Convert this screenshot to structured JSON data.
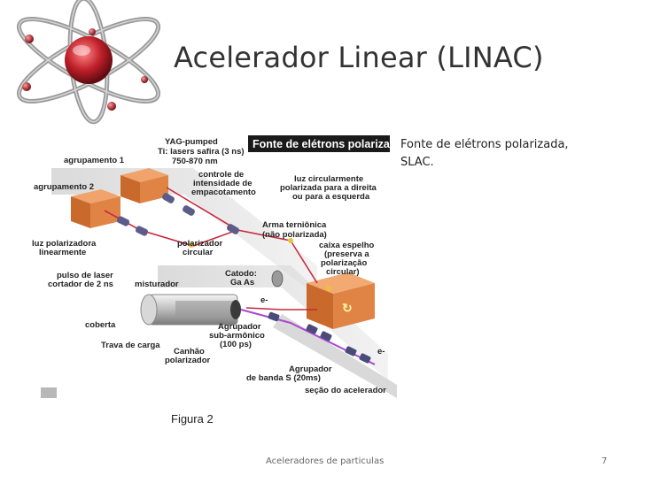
{
  "slide": {
    "title": "Acelerador Linear (LINAC)",
    "caption_line1": "Fonte de elétrons polarizada,",
    "caption_line2": "SLAC.",
    "figure_label": "Figura 2",
    "footer": "Aceleradores de particulas",
    "page_number": "7"
  },
  "diagram": {
    "banner": "Fonte de elétrons polarizada",
    "labels": {
      "yag1": "YAG-pumped",
      "yag2": "Ti: lasers safira (3 ns)",
      "yag3": "750-870 nm",
      "agrup1": "agrupamento 1",
      "agrup2": "agrupamento 2",
      "controle1": "controle de",
      "controle2": "intensidade de",
      "controle3": "empacotamento",
      "luzcirc1": "luz circularmente",
      "luzcirc2": "polarizada para a direita",
      "luzcirc3": "ou para a esquerda",
      "arma1": "Arma terniônica",
      "arma2": "(não polarizada)",
      "luzpol1": "luz polarizadora",
      "luzpol2": "linearmente",
      "polcirc1": "polarizador",
      "polcirc2": "circular",
      "caixa1": "caixa espelho",
      "caixa2": "(preserva a",
      "caixa3": "polarização",
      "caixa4": "circular)",
      "pulso1": "pulso de laser",
      "pulso2": "cortador de 2 ns",
      "misturador": "misturador",
      "catodo1": "Catodo:",
      "catodo2": "Ga As",
      "eminus1": "e-",
      "eminus2": "e-",
      "coberta": "coberta",
      "trava": "Trava de carga",
      "agsub1": "Agrupador",
      "agsub2": "sub-armônico",
      "agsub3": "(100 ps)",
      "canhao1": "Canhão",
      "canhao2": "polarizador",
      "agband1": "Agrupador",
      "agband2": "de banda S (20ms)",
      "secao": "seção do acelerador"
    }
  },
  "colors": {
    "title": "#333333",
    "banner": "#1a1a1a",
    "box": "#d9793a",
    "laser": "#c8283c",
    "atom": "#c0202a"
  }
}
